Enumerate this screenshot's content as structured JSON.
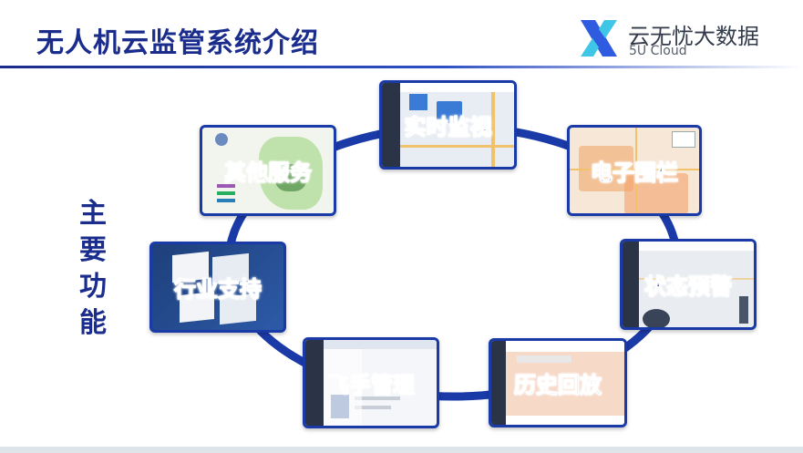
{
  "header": {
    "title": "无人机云监管系统介绍"
  },
  "logo": {
    "cn": "云无忧大数据",
    "en": "5U Cloud"
  },
  "side_label": "主要功能",
  "features": [
    {
      "key": "realtime",
      "label": "实时监视"
    },
    {
      "key": "fence",
      "label": "电子围栏"
    },
    {
      "key": "alert",
      "label": "状态预警"
    },
    {
      "key": "history",
      "label": "历史回放"
    },
    {
      "key": "pilot",
      "label": "飞手管理"
    },
    {
      "key": "industry",
      "label": "行业支持"
    },
    {
      "key": "other",
      "label": "其他服务"
    }
  ],
  "colors": {
    "primary": "#1a2c8c",
    "ring": "#1a3aa8",
    "logo_blue": "#2f5be0",
    "logo_cyan": "#3fc6e6"
  }
}
